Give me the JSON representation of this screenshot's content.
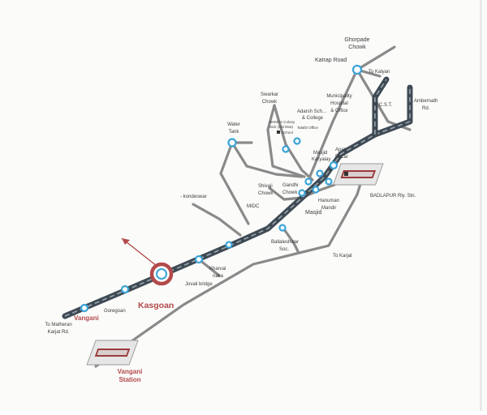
{
  "labels": {
    "ghorpade_chowk": [
      "Ghorpade",
      "Chowk"
    ],
    "katrap_road": "Katrap Road",
    "to_kalyan": "To Kalyan",
    "swarkar_chowk": [
      "Swarkar",
      "Chowk"
    ],
    "municipality": [
      "Municipality",
      "Hospital",
      "& Office"
    ],
    "to_cst": "To C.S.T.",
    "ambernath_rd": [
      "Ambernath",
      "Rd."
    ],
    "adarsh_school": [
      "Adarsh Sch...",
      "& College"
    ],
    "water_tank": [
      "Water",
      "Tank"
    ],
    "bmca_colony": [
      "BHMCA Colony",
      "Sick (Sal Mva)"
    ],
    "school": "School",
    "talathi_office": "Talathi Office",
    "masjid_karyalay": [
      "Masjid",
      "Karyalay"
    ],
    "apan_bazar": [
      "Apan",
      "Bazar"
    ],
    "shivaji_chowk": [
      "Shivaji",
      "Chowk"
    ],
    "gandhi_chowk": [
      "Gandhi",
      "Chowk"
    ],
    "hanuman_mandir": [
      "Hanuman",
      "Mandir"
    ],
    "badlapur_station": "BADLAPUR Rly. Stn.",
    "kondeswar": "- kondeswar",
    "midc": "MIDC",
    "masjid": "Masjid",
    "ballaleshwar_soc": [
      "Ballaleshwar",
      "Soc."
    ],
    "to_karjat": "To Karjat",
    "kharval_naka": [
      "Kharval",
      "naka"
    ],
    "jovali_bridge": "Jovali bridge",
    "kasgoan": "Kasgoan",
    "goregoan": "Goregoan",
    "vangani": "Vangani",
    "to_matheran": [
      "To Matheran",
      "Karjat Rd."
    ],
    "vangani_station": [
      "Vangani",
      "Station"
    ]
  },
  "colors": {
    "pin": "#3aa3d8",
    "accent": "#b24a4a",
    "rail": "#3e4a54",
    "road": "#8a8a8a"
  }
}
